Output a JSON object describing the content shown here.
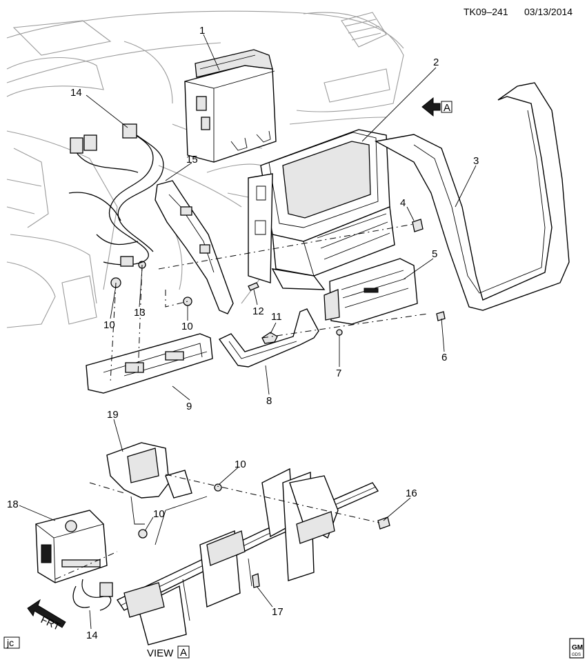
{
  "header": {
    "ref": "TK09–241",
    "date": "03/13/2014"
  },
  "view_label": {
    "prefix": "VIEW",
    "boxed": "A"
  },
  "arrow_a_label": "A",
  "frt_label": "FRT",
  "artist_tag": "jc",
  "logo": {
    "text": "GM",
    "sub": "GDS"
  },
  "callouts": [
    "1",
    "2",
    "3",
    "4",
    "5",
    "6",
    "7",
    "8",
    "9",
    "10",
    "10",
    "11",
    "12",
    "13",
    "14",
    "15",
    "19",
    "10",
    "16",
    "18",
    "10",
    "17",
    "14"
  ]
}
